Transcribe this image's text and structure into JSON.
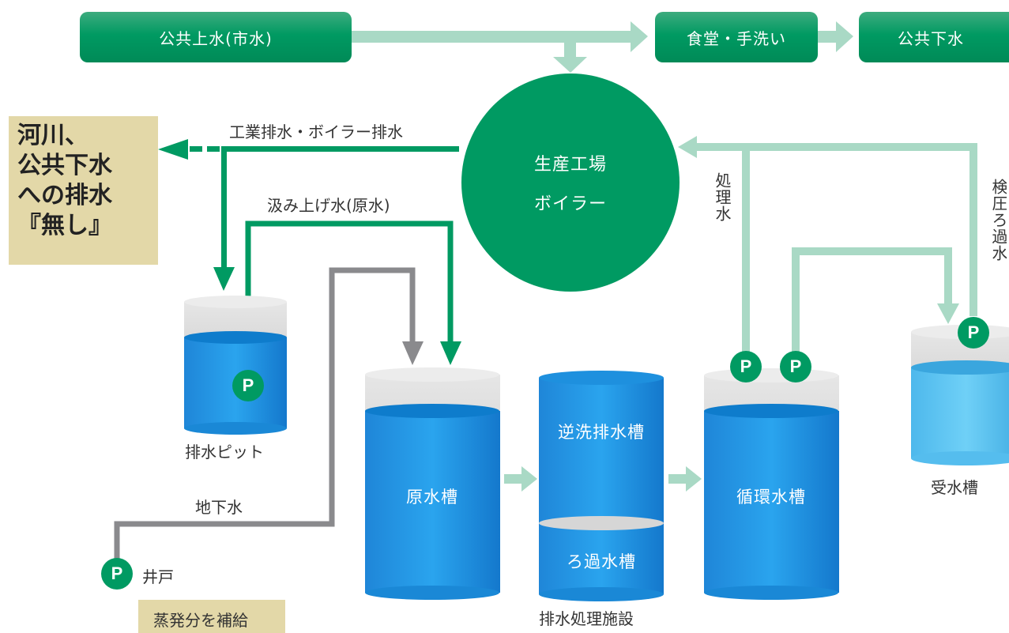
{
  "top_flow": {
    "city_water": "公共上水(市水)",
    "cafeteria": "食堂・手洗い",
    "sewer": "公共下水"
  },
  "factory": {
    "line1": "生産工場",
    "line2": "ボイラー"
  },
  "discharge_note": {
    "line1": "河川、",
    "line2": "公共下水",
    "line3": "への排水",
    "line4": "『無し』"
  },
  "flow_labels": {
    "industrial_discharge": "工業排水・ボイラー排水",
    "pumped_raw": "汲み上げ水(原水)",
    "groundwater": "地下水",
    "treated_water": "処理水",
    "inspection_water": "検圧ろ過水"
  },
  "tanks": {
    "drain_pit": "排水ピット",
    "raw_tank": "原水槽",
    "backwash_tank": "逆洗排水槽",
    "filter_tank": "ろ過水槽",
    "treatment_facility": "排水処理施設",
    "circulation_tank": "循環水槽",
    "receiving_tank": "受水槽"
  },
  "well": {
    "label": "井戸",
    "pump_symbol": "P",
    "note": "蒸発分を補給"
  },
  "pump_symbol": "P",
  "colors": {
    "green": "#009a62",
    "light_green": "#a9d9c5",
    "gray_pipe": "#8a8a8d",
    "water_blue": "#1a8fe0",
    "note_bg": "#e3d8a8"
  }
}
